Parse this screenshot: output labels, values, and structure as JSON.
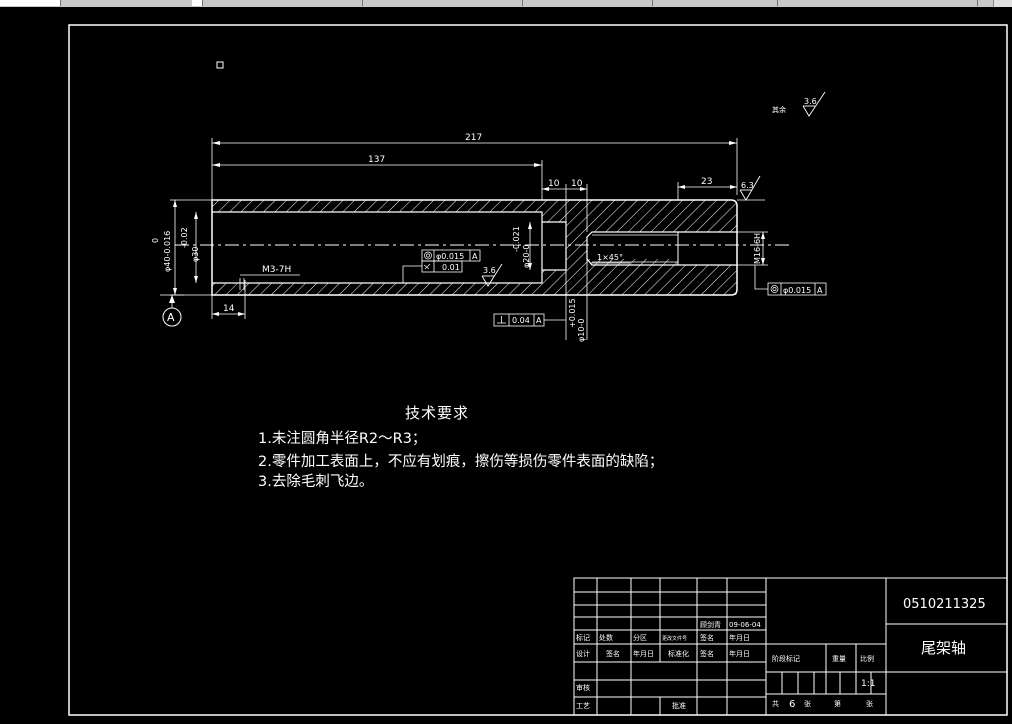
{
  "dimensions": {
    "d217": "217",
    "d137": "137",
    "d10a": "10",
    "d10b": "10",
    "d23": "23",
    "d14": "14",
    "thread_m3": "M3-7H",
    "chamfer": "1×45°",
    "dia40": "φ40-0.016",
    "dia40_zero": "0",
    "dia30": "φ30",
    "dia30_tol": "-0.02",
    "dia20": "φ20-0",
    "dia20_tol": "-0.021",
    "dia10": "φ10-0",
    "dia10_tol": "+0.015",
    "m16": "M16-6H"
  },
  "roughness": {
    "global_label": "其余",
    "global_value": "3.6",
    "r63": "6.3",
    "r36": "3.6"
  },
  "tolerance_frames": {
    "f1_value": "φ0.015",
    "f1_datum": "A",
    "f2_value": "0.01",
    "f3_value": "0.04",
    "f3_datum": "A",
    "f4_value": "φ0.015",
    "f4_datum": "A",
    "datum_label": "A"
  },
  "tech_requirements": {
    "title": "技术要求",
    "lines": [
      "1.未注圆角半径R2～R3；",
      "2.零件加工表面上，不应有划痕，擦伤等损伤零件表面的缺陷；",
      "3.去除毛刺飞边。"
    ]
  },
  "title_block": {
    "student_id": "0510211325",
    "part_name": "尾架轴",
    "designer": "顾剑青",
    "date": "09-06-04",
    "row_marks": [
      "标记",
      "处数",
      "分区",
      "更改文件号",
      "签名",
      "年月日"
    ],
    "row_design": [
      "设计",
      "签名",
      "年月日",
      "标准化",
      "签名",
      "年月日"
    ],
    "stage_mark": "阶段标记",
    "weight": "重量",
    "scale_label": "比例",
    "scale_value": "1:1",
    "review": "审核",
    "process": "工艺",
    "approve": "批准",
    "sheet_total_label": "共",
    "sheet_total": "6",
    "sheet_unit": "张",
    "sheet_no_label": "第",
    "sheet_no_unit": "张"
  }
}
